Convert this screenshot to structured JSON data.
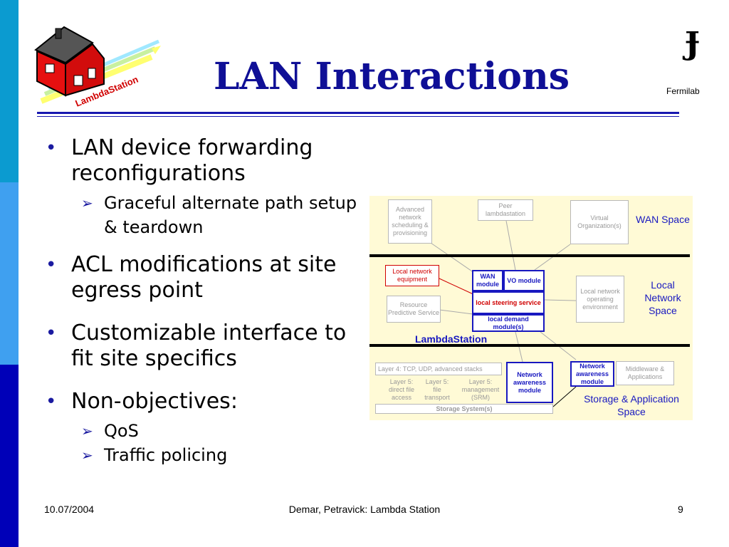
{
  "slide": {
    "title": "LAN Interactions",
    "fermilab_label": "Fermilab",
    "fermilab_mark": "Ɉ",
    "logo_text": "LambdaStation"
  },
  "bullets": [
    {
      "text": "LAN device forwarding reconfigurations",
      "sub": [
        "Graceful alternate path setup & teardown"
      ]
    },
    {
      "text": "ACL modifications at site egress point",
      "sub": []
    },
    {
      "text": "Customizable interface to fit site specifics",
      "sub": []
    },
    {
      "text": "Non-objectives:",
      "sub": [
        "QoS",
        "Traffic policing"
      ]
    }
  ],
  "diagram": {
    "wan": {
      "advanced_net": "Advanced network scheduling & provisioning",
      "peer": "Peer lambdastation",
      "virtual_org": "Virtual Organization(s)",
      "zone": "WAN Space"
    },
    "local": {
      "local_net_equipment": "Local network equipment",
      "wan_module": "WAN module",
      "vo_module": "VO module",
      "steering": "local steering service",
      "demand": "local demand module(s)",
      "resource": "Resource Predictive Service",
      "operating_env": "Local network operating environment",
      "lambdastation": "LambdaStation",
      "zone": "Local Network Space"
    },
    "storage": {
      "layer4": "Layer 4: TCP, UDP, advanced stacks",
      "l5_direct": "Layer 5: direct file access",
      "l5_transport": "Layer 5: file transport",
      "l5_mgmt": "Layer 5: management (SRM)",
      "storage_system": "Storage System(s)",
      "net_aware_1": "Network awareness module",
      "net_aware_2": "Network awareness module",
      "middleware": "Middleware & Applications",
      "zone": "Storage & Application Space"
    }
  },
  "footer": {
    "date": "10.07/2004",
    "authors": "Demar,  Petravick:  Lambda Station",
    "page": "9"
  },
  "colors": {
    "title": "#0f0f96",
    "bar_top": "#0b9bd0",
    "bar_mid": "#3fa0f0",
    "bar_bottom": "#0000b8",
    "diagram_bg": "#fffad6",
    "accent_blue": "#1818c0",
    "accent_red": "#d00000"
  }
}
